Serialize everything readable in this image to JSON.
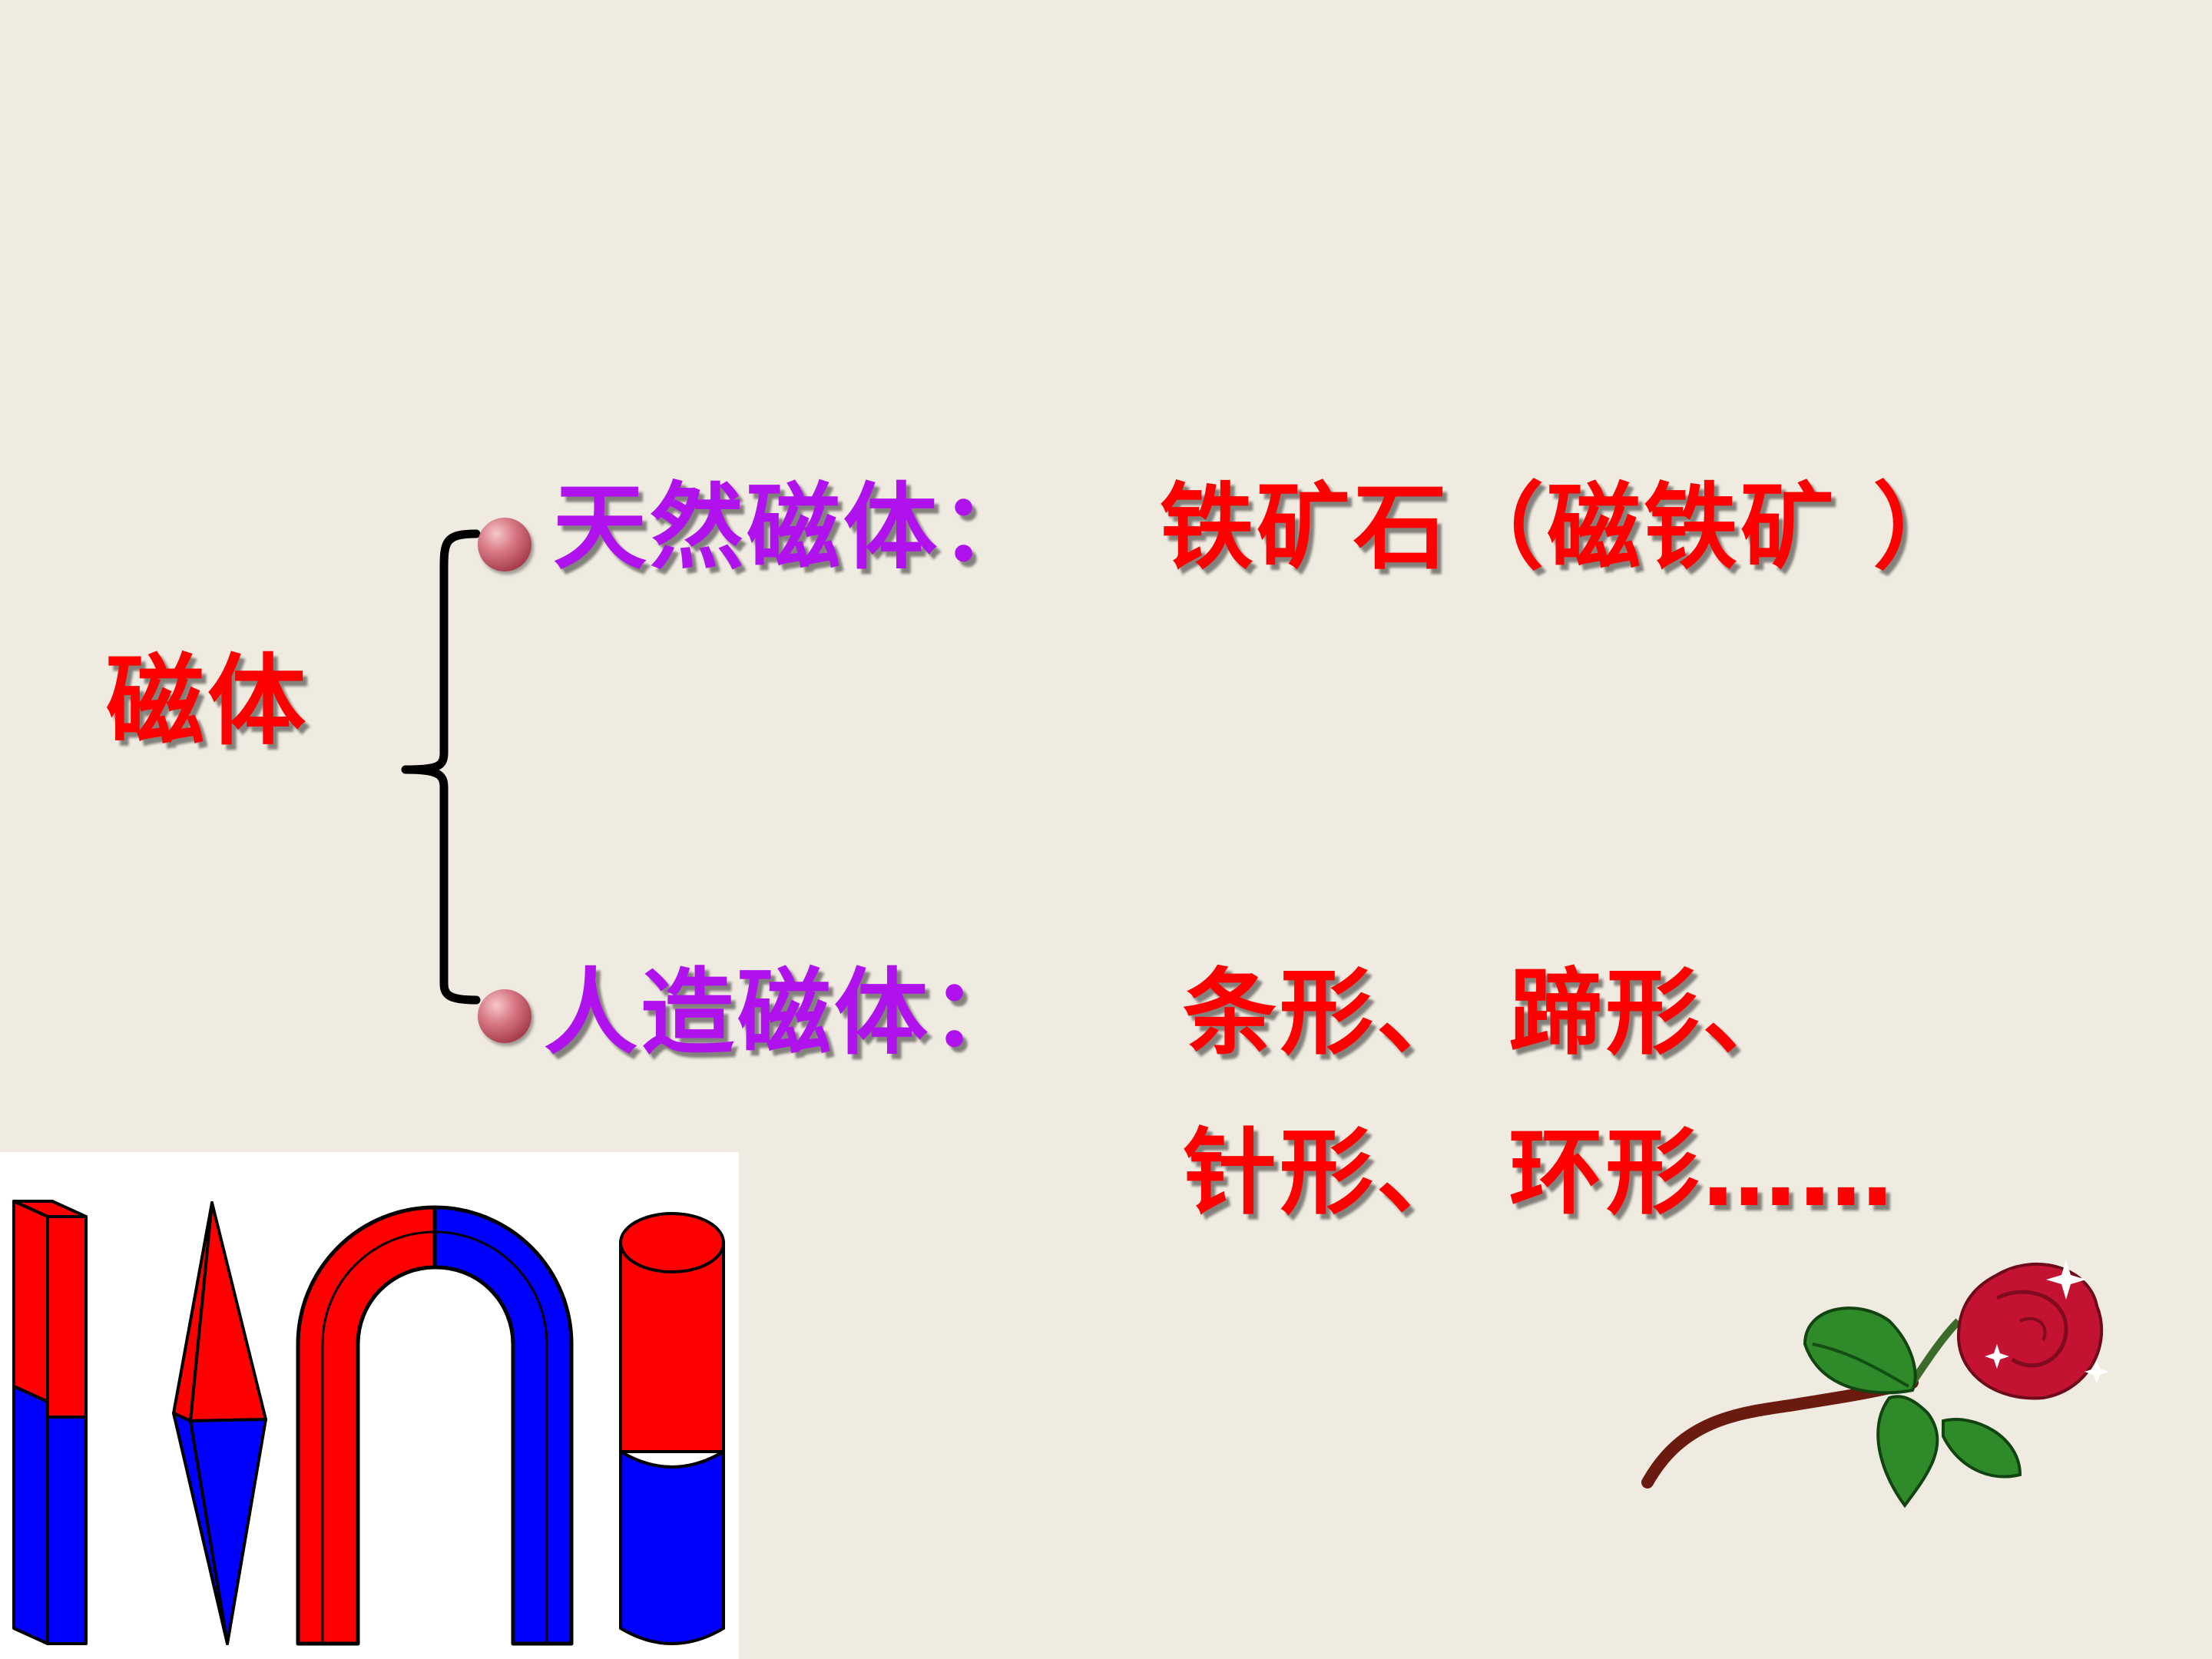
{
  "root": {
    "label": "磁体"
  },
  "natural": {
    "label": "天然磁体：",
    "value": "铁矿石（磁铁矿 ）"
  },
  "artificial": {
    "label": "人造磁体：",
    "value_line1": "条形、 蹄形、",
    "value_line2": "针形、 环形……"
  },
  "colors": {
    "background": "#efebe1",
    "red": "#ff0000",
    "purple": "#b012ee",
    "magnet_red": "#ff0000",
    "magnet_blue": "#0000ff"
  },
  "illustrations": {
    "magnets": [
      "bar-magnet",
      "needle-magnet",
      "horseshoe-magnet",
      "cylinder-magnet"
    ],
    "decoration": "rose-icon"
  }
}
